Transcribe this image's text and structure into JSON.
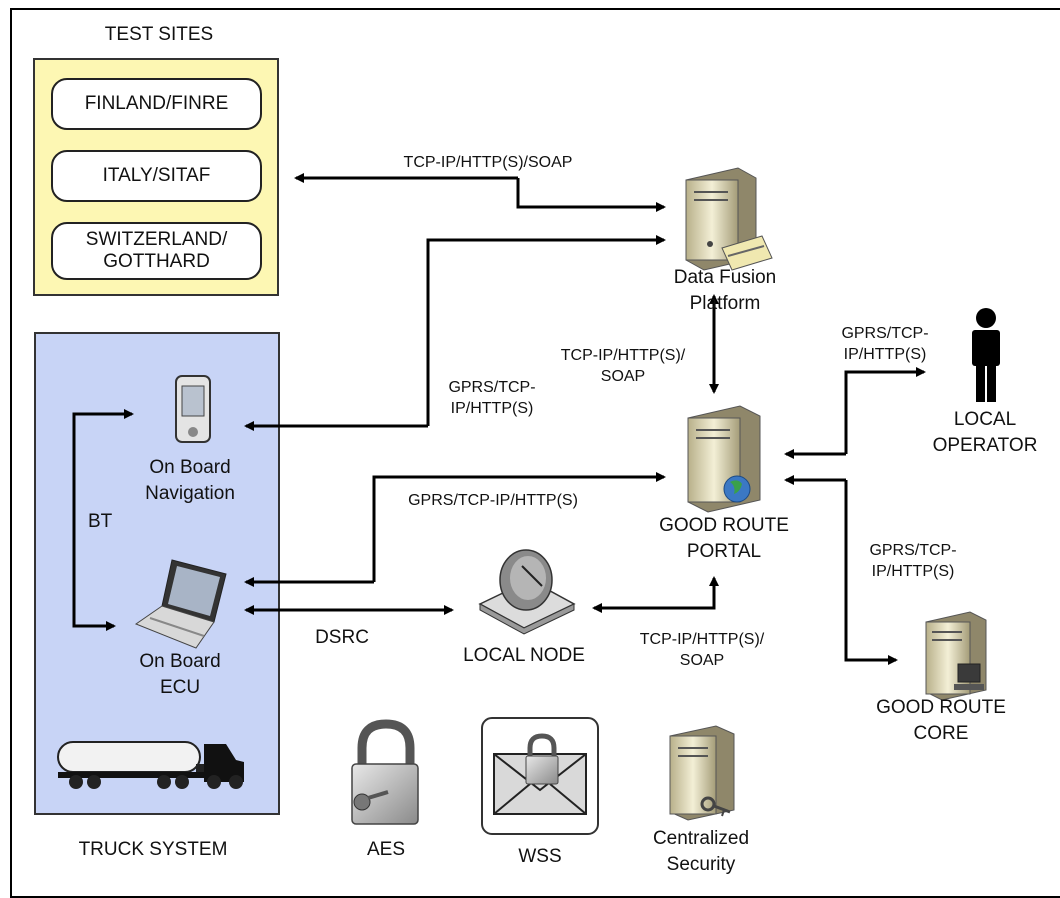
{
  "test_sites": {
    "title": "TEST SITES",
    "sites": [
      "FINLAND/FINRE",
      "ITALY/SITAF",
      "SWITZERLAND/\nGOTTHARD"
    ]
  },
  "truck_system": {
    "title": "TRUCK SYSTEM",
    "nav_label": "On Board\nNavigation",
    "ecu_label": "On Board\nECU",
    "bt_label": "BT"
  },
  "nodes": {
    "data_fusion": "Data Fusion\nPlatform",
    "portal": "GOOD ROUTE\nPORTAL",
    "core": "GOOD ROUTE\nCORE",
    "local_operator": "LOCAL\nOPERATOR",
    "local_node": "LOCAL NODE"
  },
  "links": {
    "test_to_fusion": "TCP-IP/HTTP(S)/SOAP",
    "fusion_to_portal": "TCP-IP/HTTP(S)/\nSOAP",
    "nav_to_fusion": "GPRS/TCP-\nIP/HTTP(S)",
    "portal_to_operator": "GPRS/TCP-\nIP/HTTP(S)",
    "ecu_to_portal": "GPRS/TCP-IP/HTTP(S)",
    "portal_to_core": "GPRS/TCP-\nIP/HTTP(S)",
    "ecu_to_node": "DSRC",
    "node_to_portal": "TCP-IP/HTTP(S)/\nSOAP"
  },
  "security": {
    "aes": "AES",
    "wss": "WSS",
    "centralized": "Centralized\nSecurity"
  }
}
